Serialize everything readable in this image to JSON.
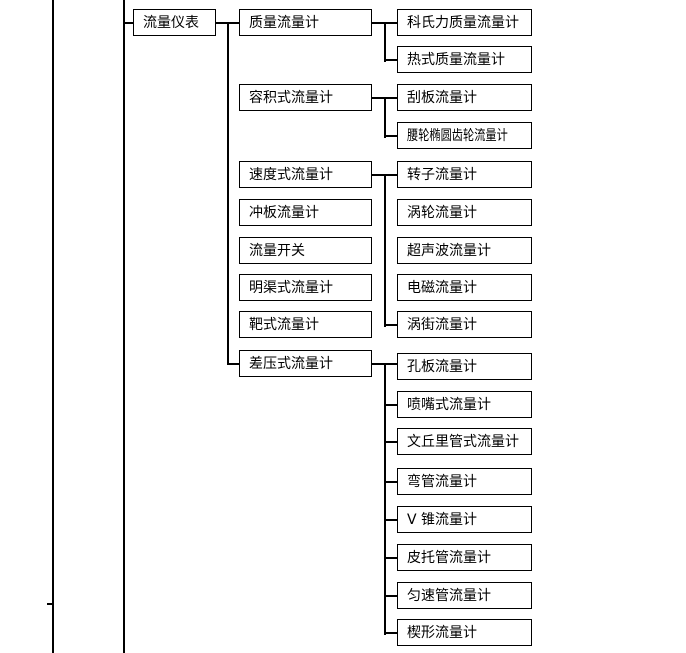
{
  "diagram_type": "tree",
  "colors": {
    "background": "#ffffff",
    "line": "#000000",
    "box_border": "#000000",
    "text": "#000000"
  },
  "tree": {
    "root": "流量仪表",
    "children": [
      {
        "label": "质量流量计",
        "children": [
          {
            "label": "科氏力质量流量计"
          },
          {
            "label": "热式质量流量计"
          }
        ]
      },
      {
        "label": "容积式流量计",
        "children": [
          {
            "label": "刮板流量计"
          },
          {
            "label": "腰轮椭圆齿轮流量计"
          }
        ]
      },
      {
        "label": "速度式流量计",
        "children": [
          {
            "label": "转子流量计"
          },
          {
            "label": "涡轮流量计"
          },
          {
            "label": "超声波流量计"
          },
          {
            "label": "电磁流量计"
          },
          {
            "label": "涡街流量计"
          }
        ]
      },
      {
        "label": "冲板流量计",
        "children": []
      },
      {
        "label": "流量开关",
        "children": []
      },
      {
        "label": "明渠式流量计",
        "children": []
      },
      {
        "label": "靶式流量计",
        "children": []
      },
      {
        "label": "差压式流量计",
        "children": [
          {
            "label": "孔板流量计"
          },
          {
            "label": "喷嘴式流量计"
          },
          {
            "label": "文丘里管式流量计"
          },
          {
            "label": "弯管流量计"
          },
          {
            "label": "V 锥流量计"
          },
          {
            "label": "皮托管流量计"
          },
          {
            "label": "匀速管流量计"
          },
          {
            "label": "楔形流量计"
          }
        ]
      }
    ]
  }
}
